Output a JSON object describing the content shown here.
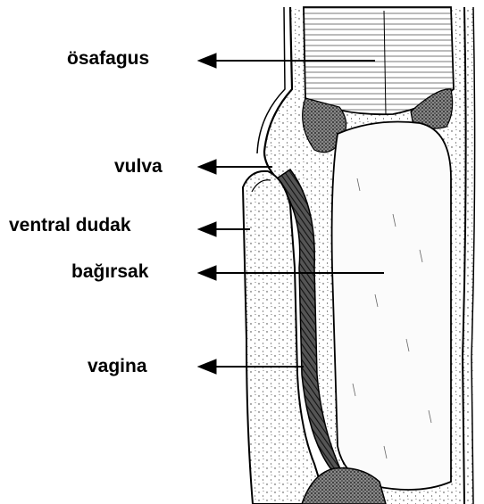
{
  "labels": {
    "esophagus": "ösafagus",
    "vulva": "vulva",
    "ventral_lip": "ventral dudak",
    "intestine": "bağırsak",
    "vagina": "vagina"
  }
}
